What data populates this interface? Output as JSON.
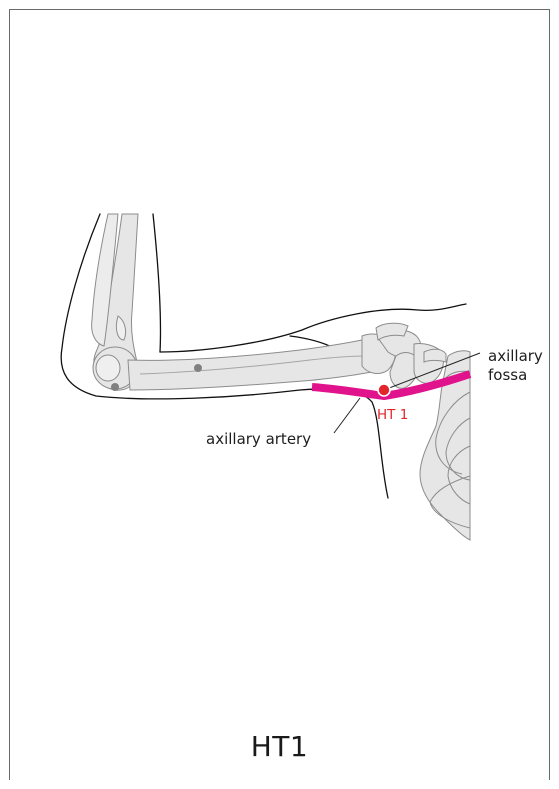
{
  "labels": {
    "fossa_line1": "axillary",
    "fossa_line2": "fossa",
    "artery": "axillary artery",
    "point": "HT 1"
  },
  "caption": "HT1",
  "colors": {
    "artery": "#e0138c",
    "point": "#e3262d",
    "bone_fill": "#e6e6e6",
    "bone_stroke": "#8c8c8c",
    "outline": "#111111"
  }
}
